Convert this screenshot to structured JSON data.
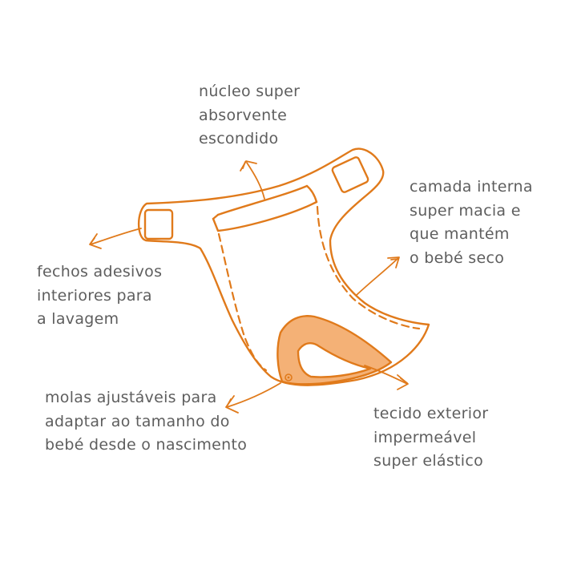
{
  "colors": {
    "outline": "#e07a1b",
    "fill": "#f4b176",
    "text": "#5e5e5e",
    "background": "#ffffff"
  },
  "labels": {
    "core": [
      "núcleo super",
      "absorvente",
      "escondido"
    ],
    "inner_layer": [
      "camada interna",
      "super macia e",
      "que mantém",
      "o bebé seco"
    ],
    "tabs": [
      "fechos adesivos",
      "interiores para",
      "a lavagem"
    ],
    "snaps": [
      "molas ajustáveis para",
      "adaptar ao tamanho do",
      "bebé desde o nascimento"
    ],
    "outer_fabric": [
      "tecido exterior",
      "impermeável",
      "super elástico"
    ]
  }
}
